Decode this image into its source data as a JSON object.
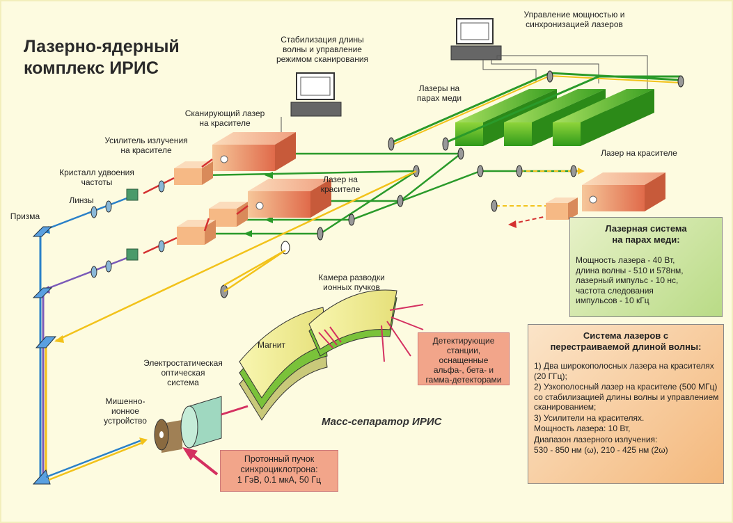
{
  "title": {
    "line1": "Лазерно-ядерный",
    "line2": "комплекс ИРИС"
  },
  "labels": {
    "stab": "Стабилизация длины\nволны и управление\nрежимом сканирования",
    "power": "Управление мощностью и\nсинхронизацией лазеров",
    "copper": "Лазеры на\nпарах меди",
    "scan_laser": "Сканирующий лазер\nна красителе",
    "amplifier": "Усилитель излучения\nна красителе",
    "crystal": "Кристалл удвоения\nчастоты",
    "lenses": "Линзы",
    "prism": "Призма",
    "dye_laser_mid": "Лазер на\nкрасителе",
    "dye_laser_right": "Лазер на красителе",
    "chamber": "Камера разводки\nионных пучков",
    "magnet": "Магнит",
    "electrostatic": "Электростатическая\nоптическая\nсистема",
    "target": "Мишенно-\nионное\nустройство",
    "mass_sep": "Масс-сепаратор ИРИС"
  },
  "copper_box": {
    "title": "Лазерная система\nна парах меди:",
    "body": "Мощность лазера - 40 Вт,\nдлина волны - 510 и 578нм,\nлазерный импульс - 10 нс,\nчастота следования\nимпульсов - 10 кГц"
  },
  "tunable_box": {
    "title": "Система лазеров с\nперестраиваемой длиной волны:",
    "lines": [
      "1) Два широкополосных лазера на красителях (20 ГГц);",
      "2) Узкополосный лазер на красителе (500 МГц) со стабилизацией длины волны и управлением сканированием;",
      "3) Усилители на красителях.",
      "Мощность лазера: 10 Вт,",
      "Диапазон лазерного излучения:",
      "530 - 850 нм (ω), 210 - 425 нм (2ω)"
    ]
  },
  "detect_box": "Детектирующие\nстанции,\nоснащенные\nальфа-, бета- и\nгамма-детекторами",
  "proton_box": "Протонный пучок\nсинхроциклотрона:\n1 ГэВ, 0.1 мкА, 50 Гц"
}
